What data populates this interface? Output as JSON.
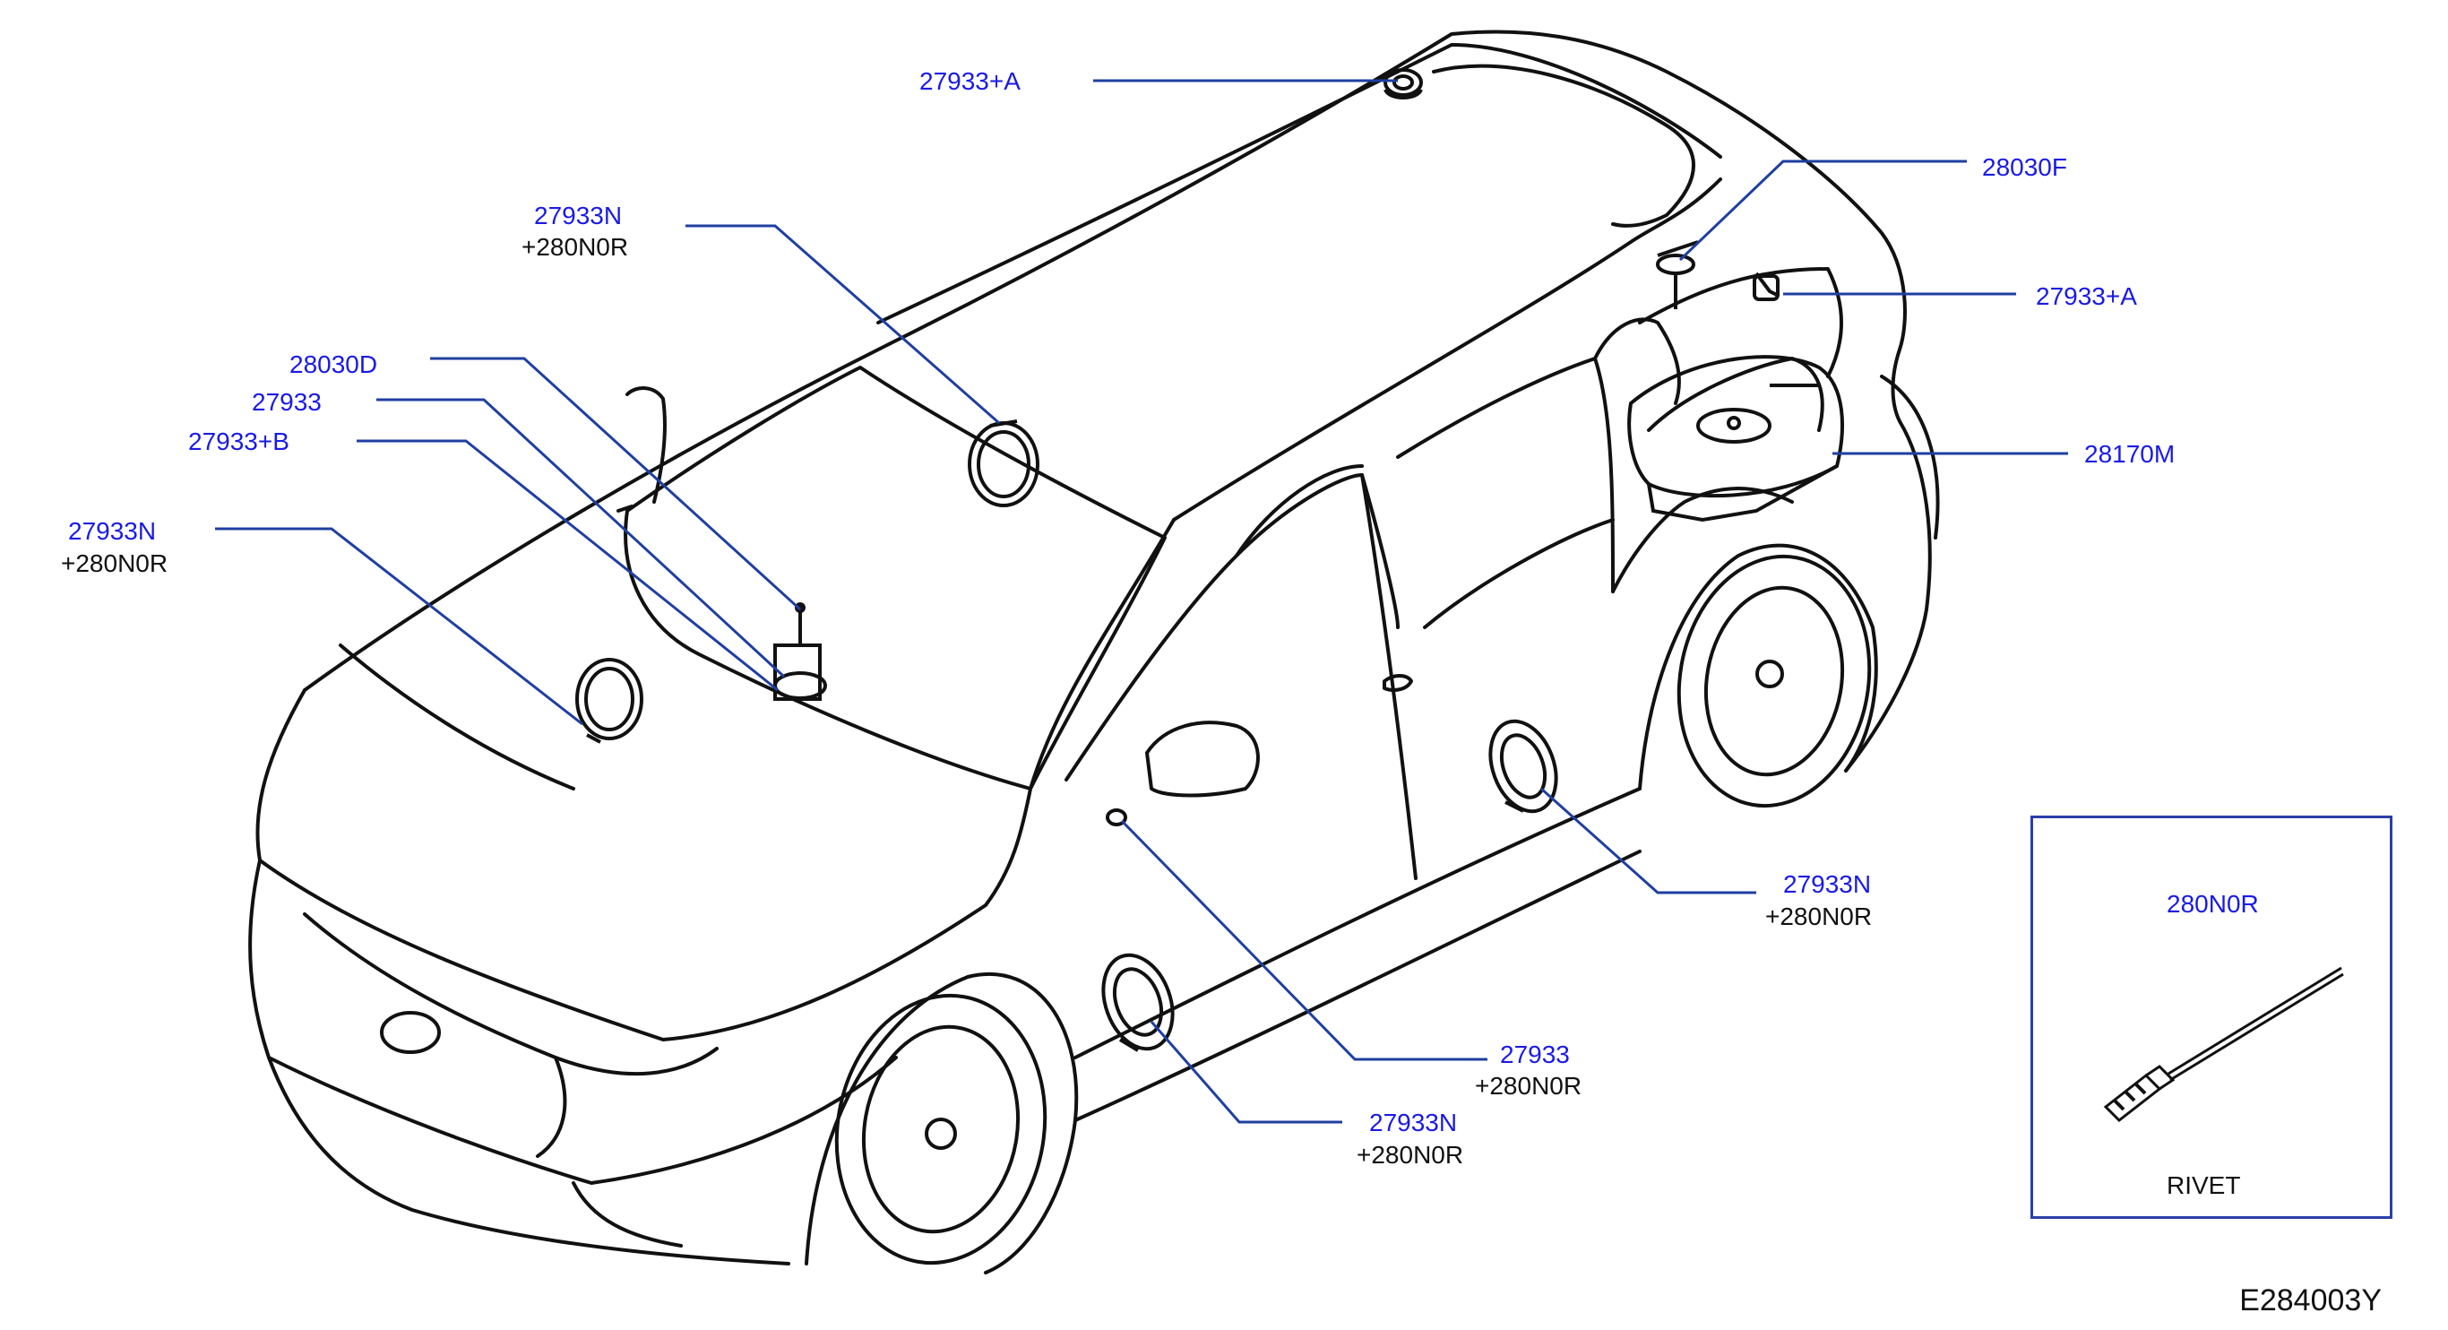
{
  "labels": {
    "top_antenna": {
      "part": "27933+A"
    },
    "roof_speaker": {
      "part": "27933N",
      "rivet": "+280N0R"
    },
    "rear_antenna_feed": {
      "part": "28030F"
    },
    "rear_antenna_base": {
      "part": "27933+A"
    },
    "windshield_mic_a": {
      "part": "28030D"
    },
    "windshield_mic_b": {
      "part": "27933"
    },
    "windshield_mic_c": {
      "part": "27933+B"
    },
    "hood_speaker": {
      "part": "27933N",
      "rivet": "+280N0R"
    },
    "subwoofer": {
      "part": "28170M"
    },
    "rear_door_speaker": {
      "part": "27933N",
      "rivet": "+280N0R"
    },
    "pillar_tweeter": {
      "part": "27933",
      "rivet": "+280N0R"
    },
    "front_door_speaker": {
      "part": "27933N",
      "rivet": "+280N0R"
    }
  },
  "rivet_panel": {
    "part": "280N0R",
    "caption": "RIVET"
  },
  "diagram_id": "E284003Y",
  "colors": {
    "label_blue": "#1a1ae6",
    "leader_blue": "#1f3fa0",
    "line_art": "#111111"
  }
}
